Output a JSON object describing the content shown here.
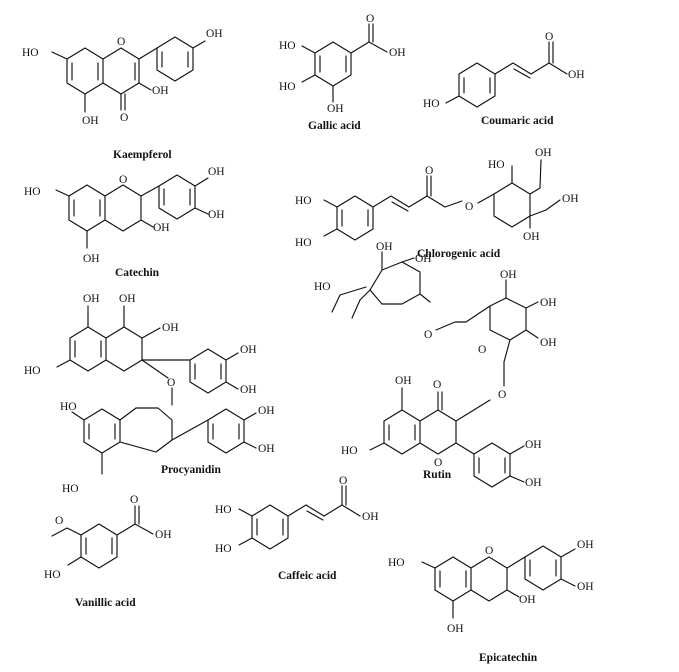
{
  "labels": {
    "oh": "OH",
    "ho": "HO",
    "o": "O"
  },
  "compounds": {
    "kaempferol": "Kaempferol",
    "gallic_acid": "Gallic acid",
    "coumaric_acid": "Coumaric acid",
    "catechin": "Catechin",
    "chlorogenic_acid": "Chlorogenic acid",
    "procyanidin": "Procyanidin",
    "rutin": "Rutin",
    "vanillic_acid": "Vanillic acid",
    "caffeic_acid": "Caffeic acid",
    "epicatechin": "Epicatechin"
  }
}
